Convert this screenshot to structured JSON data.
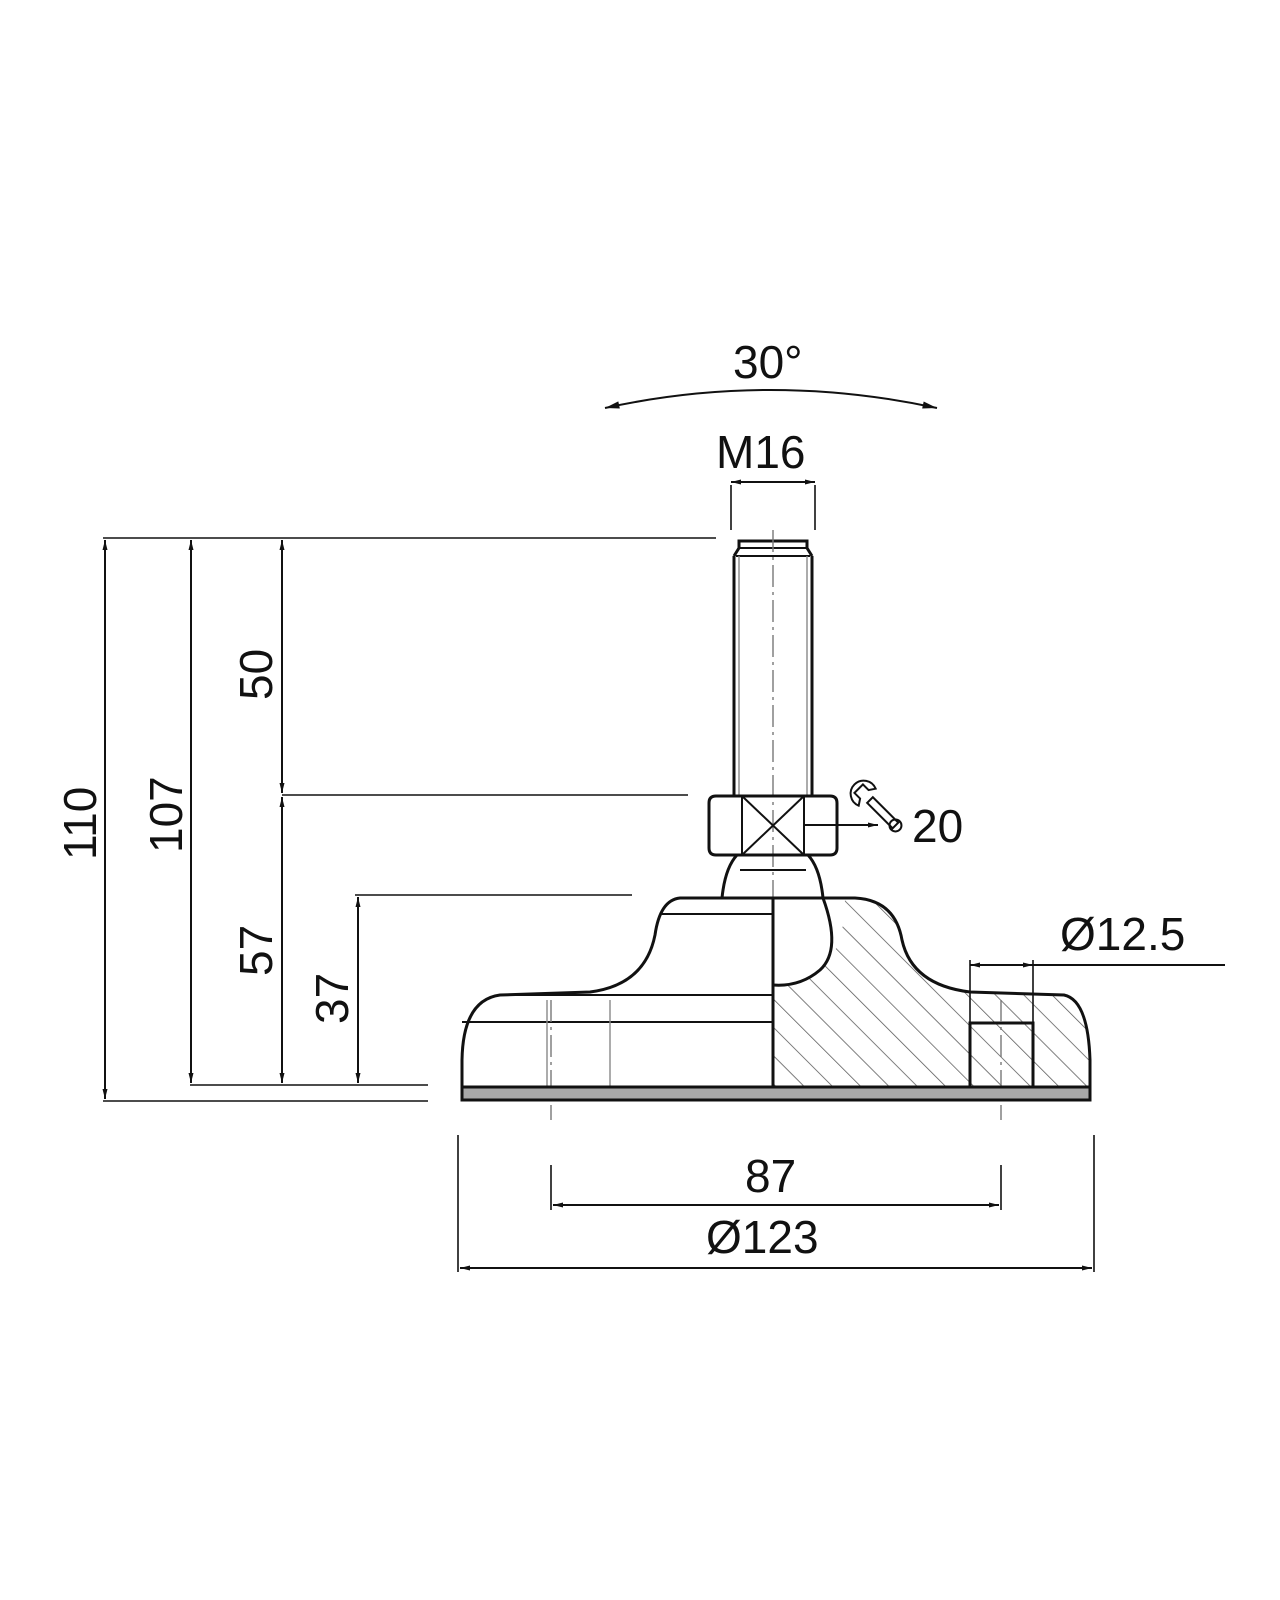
{
  "drawing": {
    "labels": {
      "angle": "30°",
      "thread": "M16",
      "wrench_size": "20",
      "hole_diameter": "Ø12.5",
      "height_total": "110",
      "height_to_thread_top": "107",
      "thread_length": "50",
      "height_to_nut": "57",
      "base_height": "37",
      "hole_spacing": "87",
      "base_diameter": "Ø123"
    },
    "icons": {
      "wrench": "wrench-icon"
    },
    "colors": {
      "line": "#111111",
      "pad": "#a8a8a8",
      "hatch": "#555555"
    }
  }
}
